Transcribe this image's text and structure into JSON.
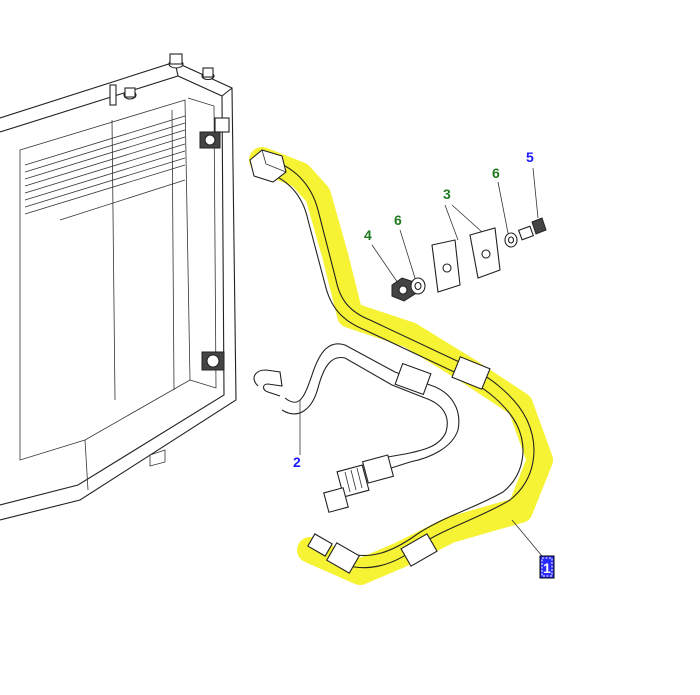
{
  "callouts": {
    "item_1": "1",
    "item_2": "2",
    "item_3": "3",
    "item_4": "4",
    "item_5": "5",
    "item_6a": "6",
    "item_6b": "6"
  },
  "colors": {
    "highlight": "#f5f21e",
    "callout_blue": "#1a1aff",
    "callout_green": "#1f7a1f",
    "selected_box": "#2a2aff"
  },
  "selected_item": "1"
}
